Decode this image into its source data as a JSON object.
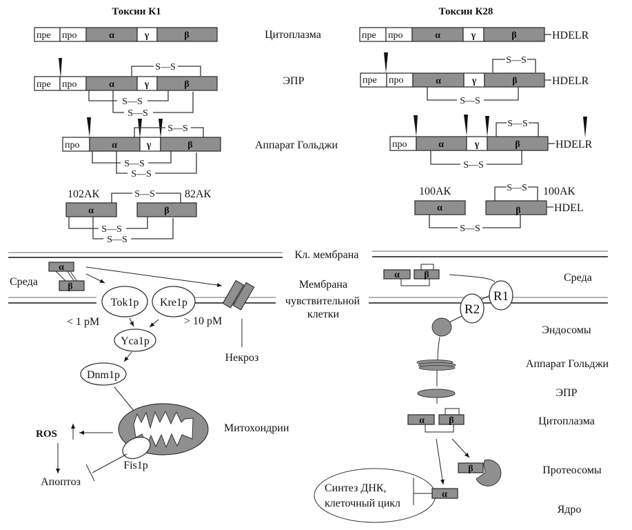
{
  "titles": {
    "k1": "Токсин К1",
    "k28": "Токсин К28"
  },
  "stages": {
    "cytoplasm": "Цитоплазма",
    "er": "ЭПР",
    "golgi": "Аппарат Гольджи"
  },
  "segments": {
    "pre": "пре",
    "pro": "про",
    "alpha": "α",
    "gamma": "γ",
    "beta": "β"
  },
  "disulfide": "S—S",
  "k28_tail": {
    "hdelr": "HDELR",
    "hdel": "HDEL"
  },
  "mature_k1": {
    "alpha_len": "102АК",
    "beta_len": "82АК"
  },
  "mature_k28": {
    "alpha_len": "100АК",
    "beta_len": "100АК"
  },
  "membranes": {
    "cell_membrane": "Кл. мембрана",
    "sensitive_membrane_l1": "Мембрана",
    "sensitive_membrane_l2": "чувствительной",
    "sensitive_membrane_l3": "клетки"
  },
  "k1_pathway": {
    "medium": "Среда",
    "tok1p": "Tok1p",
    "kre1p": "Kre1p",
    "low_conc": "< 1 pM",
    "high_conc": "> 10 pM",
    "yca1p": "Yca1p",
    "dnm1p": "Dnm1p",
    "necrosis": "Некроз",
    "ros": "ROS",
    "apoptosis": "Апоптоз",
    "fis1p": "Fis1p",
    "mitochondria": "Митохондрии"
  },
  "k28_pathway": {
    "medium": "Среда",
    "r1": "R1",
    "r2": "R2",
    "endosomes": "Эндосомы",
    "golgi": "Аппарат Гольджи",
    "er": "ЭПР",
    "cytoplasm": "Цитоплазма",
    "proteasomes": "Протеосомы",
    "nucleus": "Ядро",
    "dna_l1": "Синтез ДНК,",
    "dna_l2": "клеточный цикл"
  }
}
